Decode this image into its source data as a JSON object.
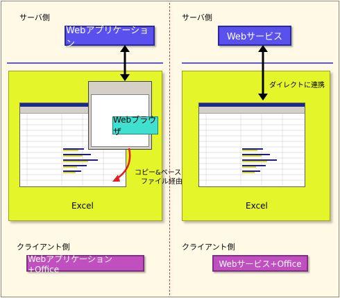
{
  "left": {
    "server_label": "サーバ側",
    "server_box": "Webアプリケーション",
    "browser_label": "Webブラウザ",
    "copy_note_line1": "コピー&ペースト",
    "copy_note_line2": "ファイル経由",
    "excel_label": "Excel",
    "client_label": "クライアント側",
    "bottom_box": "Webアプリケーション+Office"
  },
  "right": {
    "server_label": "サーバ側",
    "server_box": "Webサービス",
    "direct_note": "ダイレクトに連携",
    "excel_label": "Excel",
    "client_label": "クライアント側",
    "bottom_box": "Webサービス+Office"
  },
  "colors": {
    "background": "#fff9e6",
    "server_box": "#5a50ee",
    "client_area": "#e4f52a",
    "bottom_box": "#c050c0",
    "browser_label": "#40e0d0",
    "divider": "#c04040",
    "separator": "#5a5ad8"
  }
}
